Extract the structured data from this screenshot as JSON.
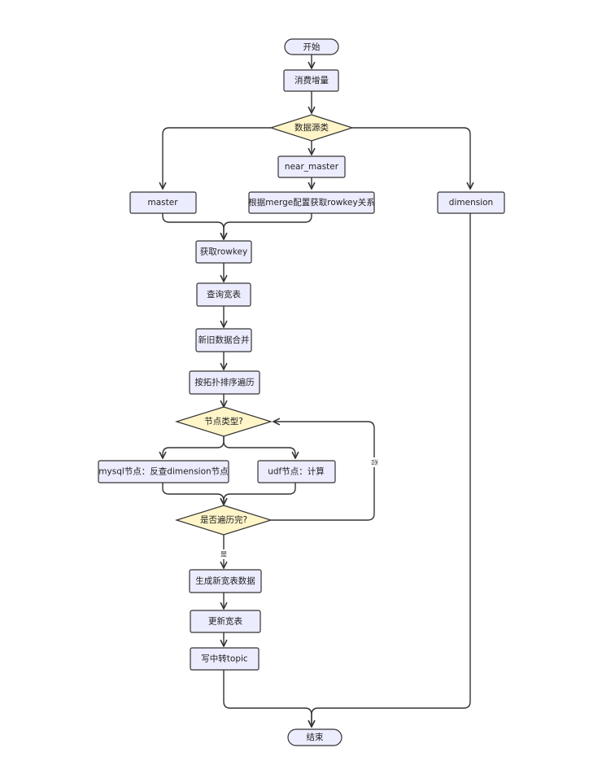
{
  "nodes": {
    "start": "开始",
    "consume": "消费增量",
    "datasource": "数据源类",
    "near_master": "near_master",
    "master": "master",
    "merge_config": "根据merge配置获取rowkey关系",
    "dimension": "dimension",
    "get_rowkey": "获取rowkey",
    "query_wide": "查询宽表",
    "merge_data": "新旧数据合并",
    "topo_traverse": "按拓扑排序遍历",
    "node_type": "节点类型?",
    "mysql_node": "mysql节点：反查dimension节点",
    "udf_node": "udf节点：计算",
    "traverse_done": "是否遍历完?",
    "gen_data": "生成新宽表数据",
    "update_wide": "更新宽表",
    "write_topic": "写中转topic",
    "end": "结束"
  },
  "edge_labels": {
    "no": "否",
    "yes": "是"
  }
}
